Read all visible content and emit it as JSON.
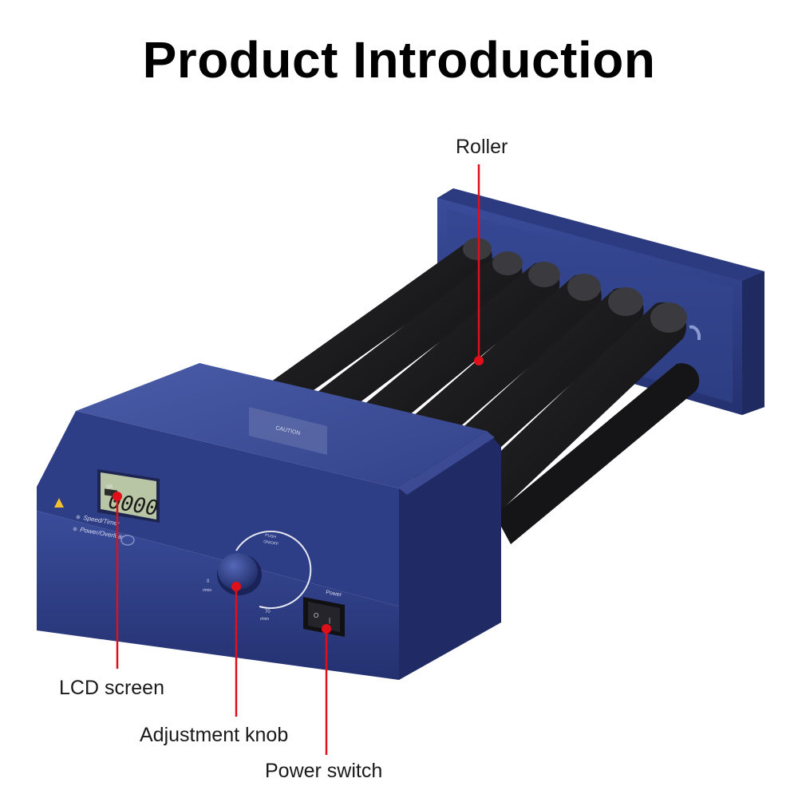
{
  "title": "Product Introduction",
  "labels": {
    "roller": "Roller",
    "lcd_screen": "LCD screen",
    "adjustment_knob": "Adjustment knob",
    "power_switch": "Power switch"
  },
  "device": {
    "lcd_mode": "SR",
    "lcd_value": "0000",
    "indicator_speed": "Speed/Timer",
    "indicator_power": "Power/Overload",
    "knob_push": "PUSH",
    "knob_onoff": "ON/OFF",
    "knob_min": "0",
    "knob_min_unit": "r/min",
    "knob_max": "70",
    "knob_max_unit": "r/min",
    "power_label": "Power",
    "caution_label": "CAUTION"
  },
  "colors": {
    "body_blue": "#2f3f86",
    "roller_black": "#1c1c1e",
    "lcd_green": "#b9c6a6",
    "pointer_red": "#e0101a"
  }
}
